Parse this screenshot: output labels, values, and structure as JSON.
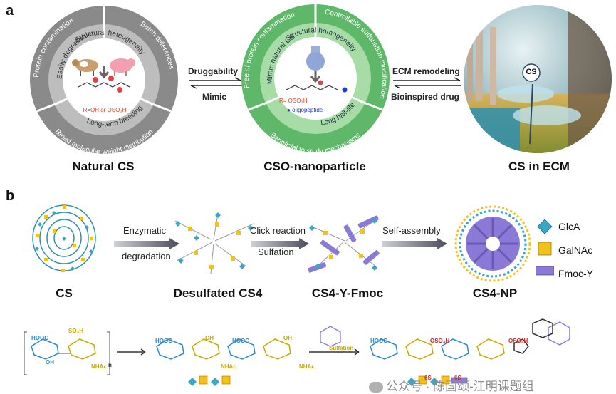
{
  "panel_a": {
    "letter": "a",
    "natural": {
      "caption": "Natural CS",
      "outer_segments": [
        "Protein contamination",
        "Batch differences",
        "Broad molecular weight distribution"
      ],
      "inner_segments": [
        "Structural heteogeneity",
        "Easily degradable",
        "Long-term breeding"
      ],
      "formula_r": "R=OH or OSO₃H"
    },
    "nano": {
      "caption": "CSO-nanoparticle",
      "outer_segments": [
        "Free of protein contamination",
        "Controllable sulfonation modification",
        "Beneficial to study mechanisms"
      ],
      "inner_segments": [
        "Structural homogeneity",
        "Mimic natural CS",
        "Long half-life"
      ],
      "formula_r": "R= OSO₃H",
      "oligo": "oligopeptide"
    },
    "ecm": {
      "caption": "CS in ECM",
      "bubble": "CS"
    },
    "arrow1_top": "Druggability",
    "arrow1_bottom": "Mimic",
    "arrow2_top": "ECM remodeling",
    "arrow2_bottom": "Bioinspired drug"
  },
  "panel_b": {
    "letter": "b",
    "captions": [
      "CS",
      "Desulfated CS4",
      "CS4-Y-Fmoc",
      "CS4-NP"
    ],
    "step1": [
      "Enzymatic",
      "degradation"
    ],
    "step2": [
      "Click reaction",
      "Sulfation"
    ],
    "step3": "Self-assembly",
    "legend": [
      {
        "label": "GlcA",
        "shape": "diamond",
        "color": "#3aa6c6"
      },
      {
        "label": "GalNAc",
        "shape": "square",
        "color": "#f2c21b"
      },
      {
        "label": "Fmoc-Y",
        "shape": "bar",
        "color": "#8a7ad6"
      }
    ],
    "chem": {
      "hooc": "HOOC",
      "so3h": "SO₃H",
      "oh": "OH",
      "nhac": "NHAc",
      "n": "n",
      "sulfation": "Sulfation",
      "oso3h": "OSO₃H",
      "six_s": "6S"
    },
    "watermark": "公众号 · 陈国颂-江明课题组"
  }
}
